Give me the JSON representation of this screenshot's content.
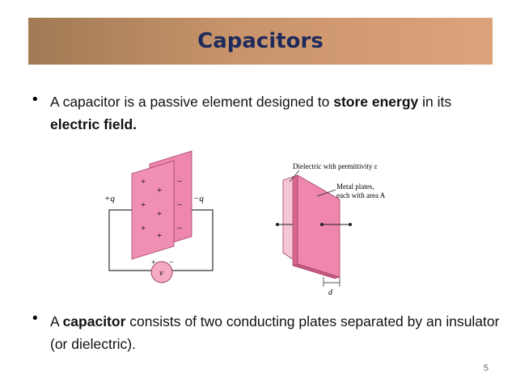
{
  "slide": {
    "title": "Capacitors",
    "page_number": "5",
    "bullet1": {
      "before": "A capacitor is a passive element designed to ",
      "bold1": "store energy",
      "middle": " in its ",
      "bold2": "electric field."
    },
    "bullet2": {
      "before": "A ",
      "bold": "capacitor",
      "after": " consists of two conducting plates separated by an insulator (or dielectric)."
    }
  },
  "figure_left": {
    "charge_pos_label": "+q",
    "charge_neg_label": "−q",
    "plus_sign": "+",
    "minus_sign": "−",
    "source_label": "v",
    "source_plus": "+",
    "source_minus": "−"
  },
  "figure_right": {
    "dielectric_label": "Dielectric with permittivity ε",
    "plates_label_line1": "Metal plates,",
    "plates_label_line2": "each with area A",
    "gap_label": "d"
  },
  "colors": {
    "plate_pink": "#ef86ad",
    "plate_pink_dark": "#d8668f",
    "dielectric_pink": "#f6c6d6",
    "title_text": "#1f2a5c"
  }
}
